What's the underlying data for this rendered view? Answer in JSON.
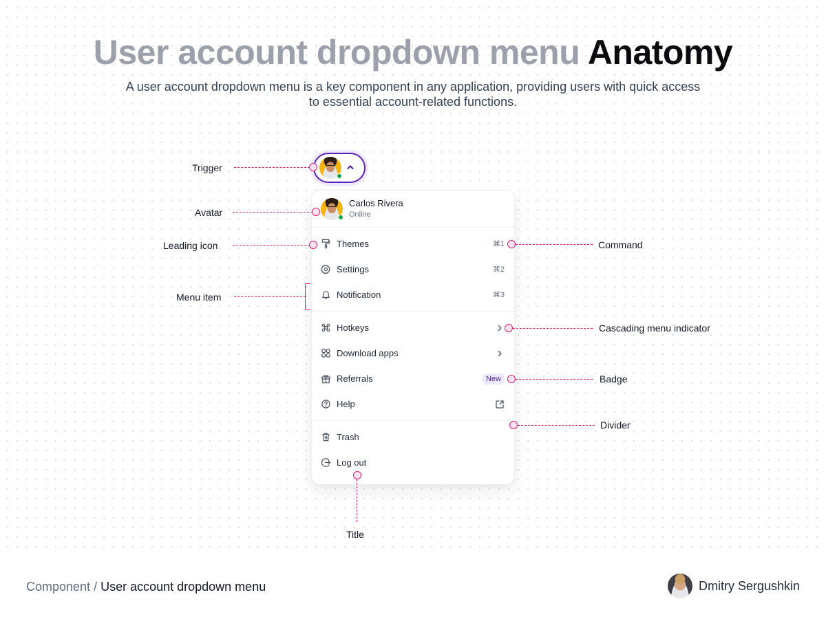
{
  "header": {
    "title_muted": "User account dropdown menu",
    "title_strong": "Anatomy",
    "subtitle": "A user account dropdown menu is a key component in any application, providing users with quick access to essential account-related functions."
  },
  "trigger": {
    "icon": "chevron-up-icon",
    "status": "online"
  },
  "menu": {
    "user": {
      "name": "Carlos Rivera",
      "status": "Online"
    },
    "sections": [
      {
        "items": [
          {
            "icon": "paint-roller-icon",
            "label": "Themes",
            "shortcut": "⌘1"
          },
          {
            "icon": "gear-icon",
            "label": "Settings",
            "shortcut": "⌘2"
          },
          {
            "icon": "bell-icon",
            "label": "Notification",
            "shortcut": "⌘3"
          }
        ]
      },
      {
        "items": [
          {
            "icon": "command-icon",
            "label": "Hotkeys",
            "trailing": "chevron-right-icon"
          },
          {
            "icon": "grid-icon",
            "label": "Download apps",
            "trailing": "chevron-right-icon"
          },
          {
            "icon": "gift-icon",
            "label": "Referrals",
            "badge": "New"
          },
          {
            "icon": "help-circle-icon",
            "label": "Help",
            "trailing": "external-link-icon"
          }
        ]
      },
      {
        "items": [
          {
            "icon": "trash-icon",
            "label": "Trash"
          },
          {
            "icon": "logout-icon",
            "label": "Log out"
          }
        ]
      }
    ]
  },
  "annotations": {
    "trigger": "Trigger",
    "avatar": "Avatar",
    "leading_icon": "Leading icon",
    "menu_item": "Menu item",
    "command": "Command",
    "cascading": "Cascading menu indicator",
    "badge": "Badge",
    "divider": "Divider",
    "title": "Title"
  },
  "footer": {
    "breadcrumb_root": "Component",
    "breadcrumb_sep": " / ",
    "breadcrumb_current": "User account dropdown menu",
    "author": "Dmitry Sergushkin"
  },
  "colors": {
    "annotation": "#e11d74",
    "trigger_border": "#5b21b6",
    "badge_bg": "#ede9fe",
    "badge_text": "#4c1d95",
    "status_online": "#16a34a",
    "title_muted": "#9ca0ab"
  }
}
